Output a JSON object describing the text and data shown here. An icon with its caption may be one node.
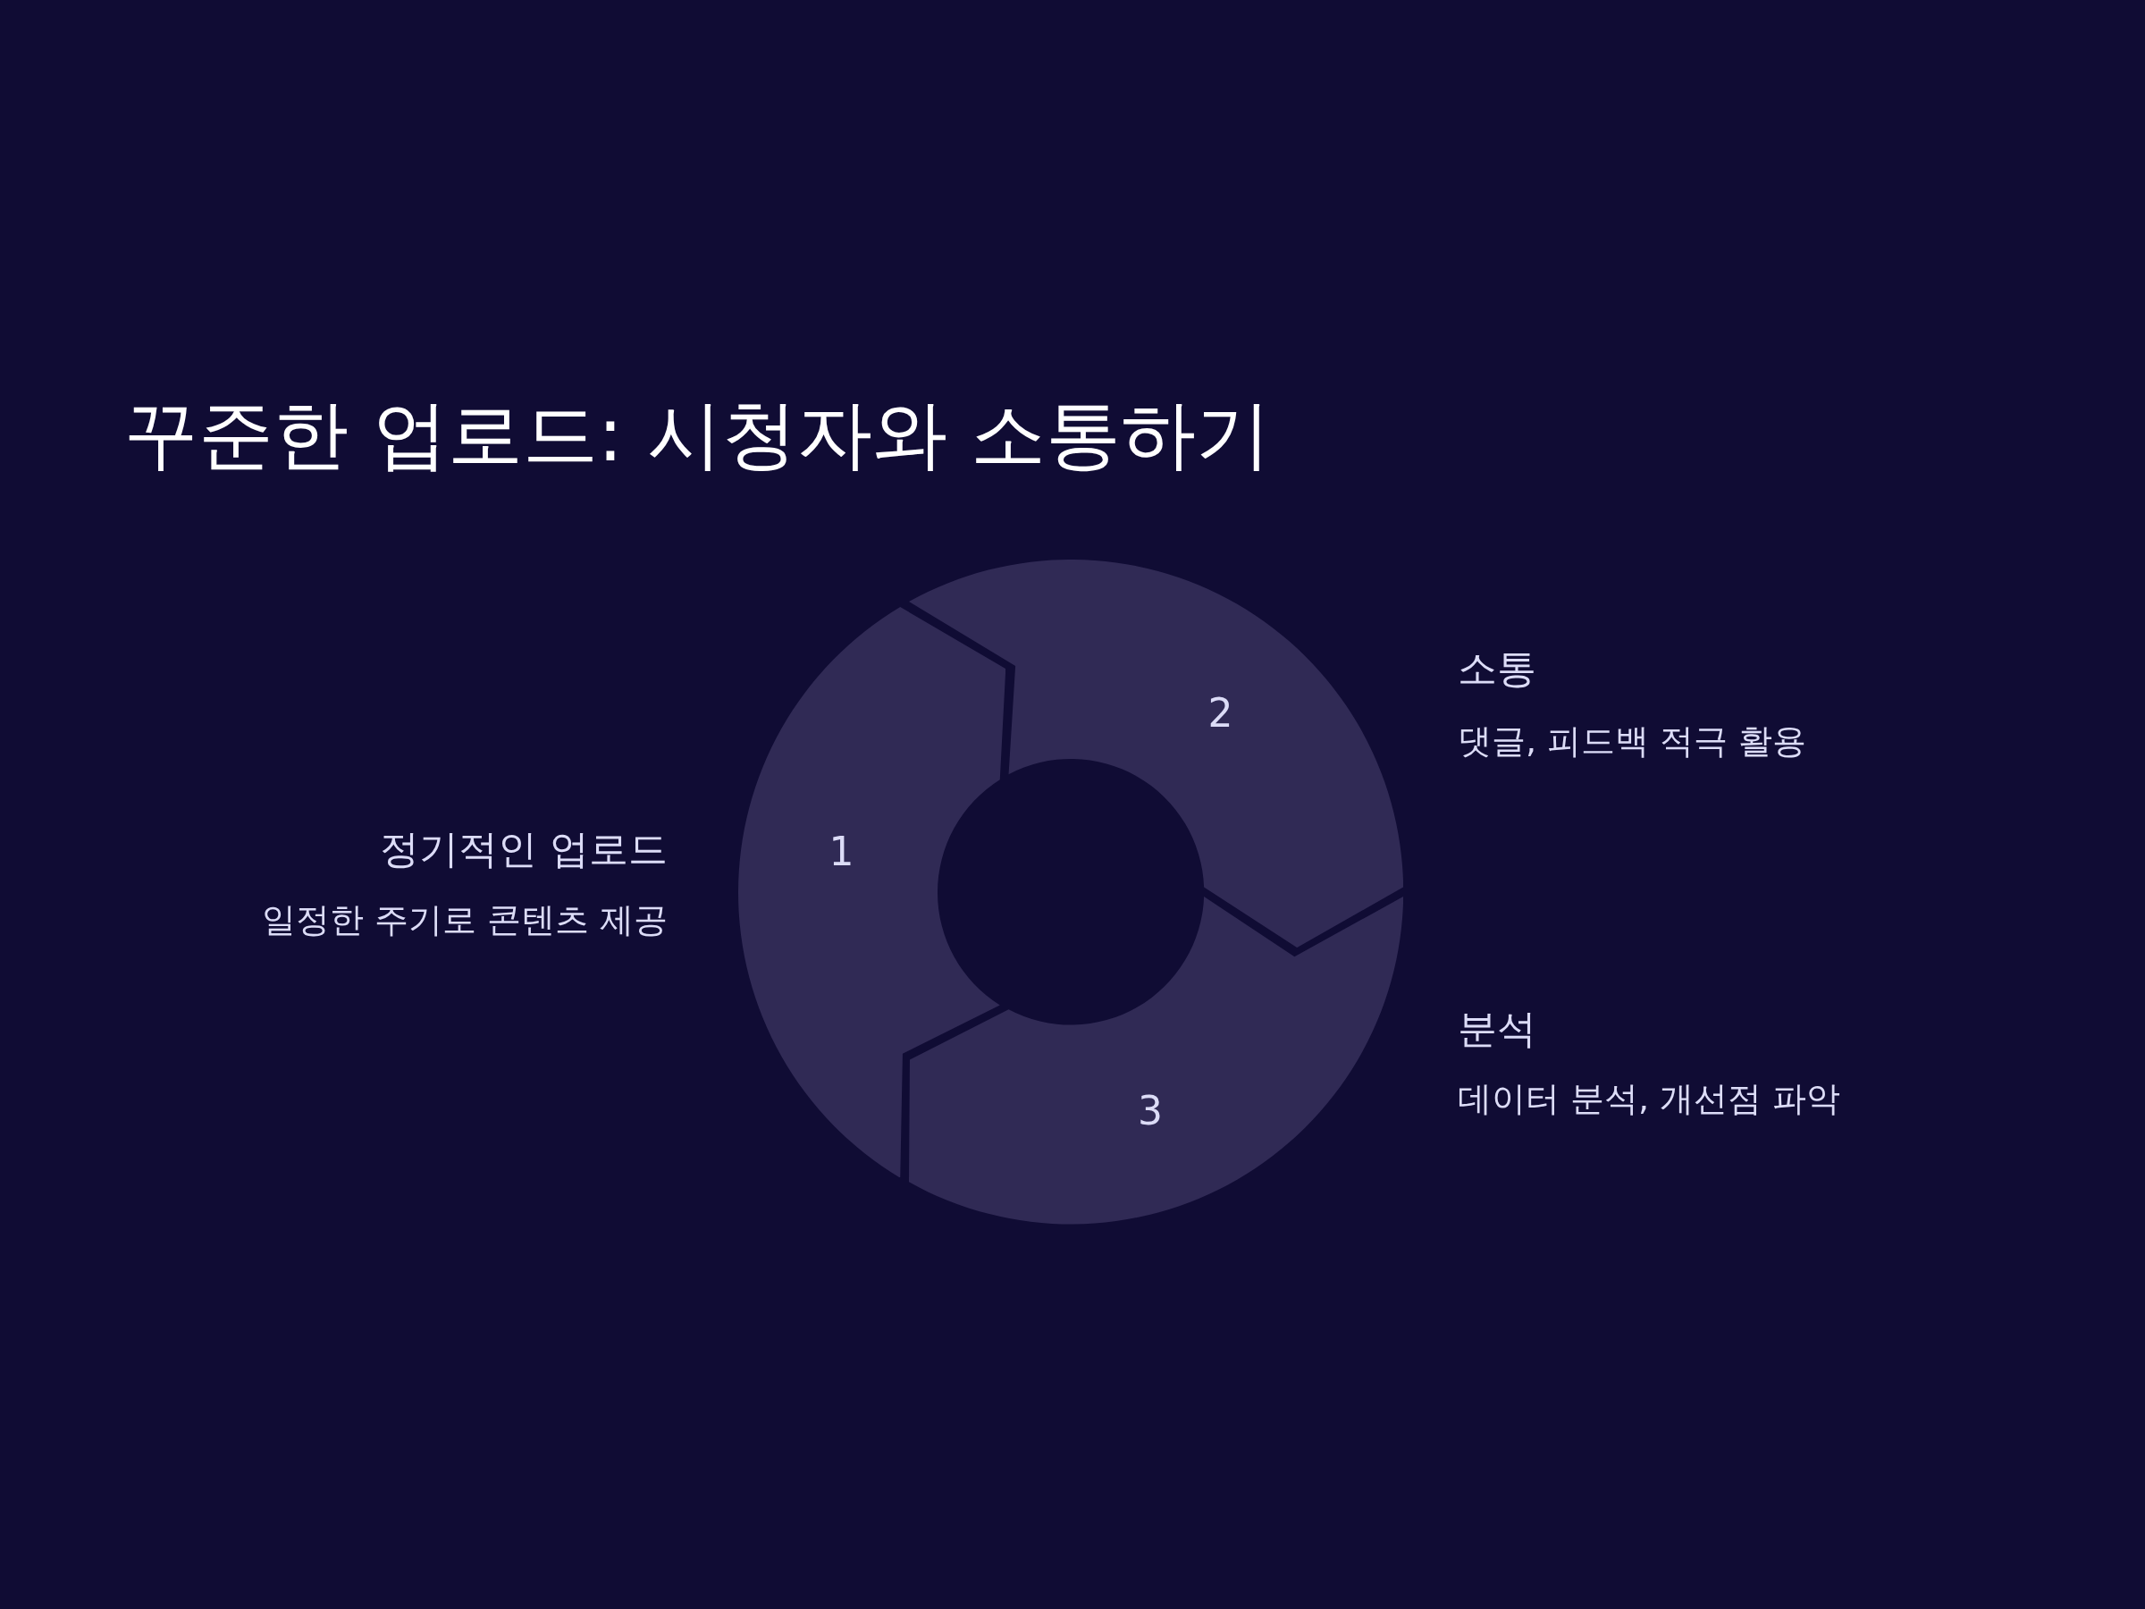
{
  "diagram": {
    "title": "꾸준한 업로드: 시청자와 소통하기",
    "nodes": [
      {
        "text": [
          "1"
        ],
        "beside": [
          "정기적인 업로드",
          "일정한 주기로 콘텐츠 제공"
        ]
      },
      {
        "text": [
          "2"
        ],
        "beside": [
          "소통",
          "댓글, 피드백 적극 활용"
        ]
      },
      {
        "text": [
          "3"
        ],
        "beside": [
          "분석",
          "데이터 분석, 개선점 파악"
        ]
      }
    ]
  }
}
